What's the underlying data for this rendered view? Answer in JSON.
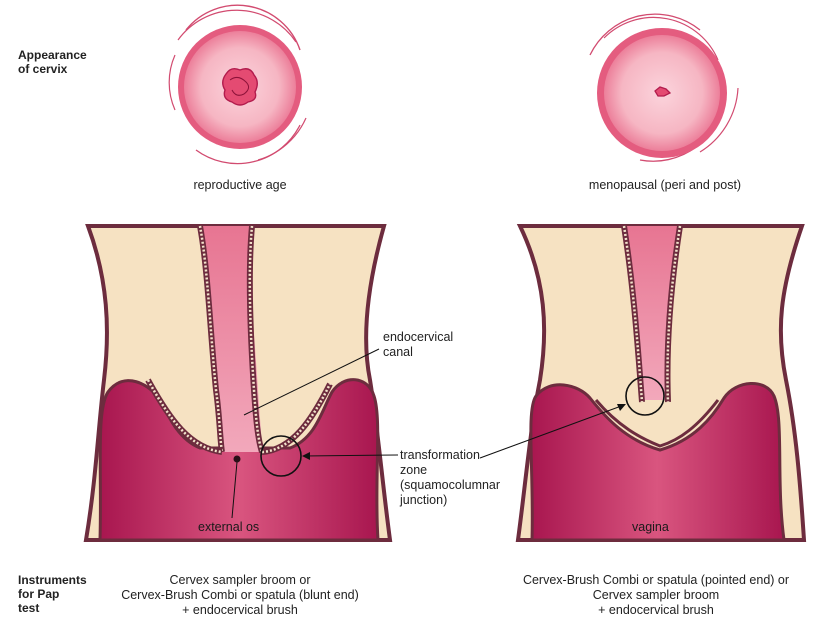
{
  "row_labels": {
    "appearance": "Appearance\nof cervix",
    "instruments": "Instruments\nfor Pap\ntest"
  },
  "cervix_views": [
    {
      "caption": "reproductive age"
    },
    {
      "caption": "menopausal (peri and post)"
    }
  ],
  "callouts": {
    "endocervical_canal": "endocervical\ncanal",
    "transformation_zone": "transformation\nzone\n(squamocolumnar\njunction)",
    "external_os": "external os",
    "vagina": "vagina"
  },
  "instruments": {
    "reproductive": "Cervex sampler broom or\nCervex-Brush Combi or spatula (blunt end)\n+ endocervical brush",
    "menopausal": "Cervex-Brush Combi or spatula (pointed end) or\nCervex sampler broom\n+ endocervical brush"
  },
  "colors": {
    "cervix_face": "#f7b9c4",
    "cervix_ring": "#e2587a",
    "tissue_dark": "#b8245a",
    "tissue_light": "#f6e2c2",
    "outline": "#6d2c3e",
    "canal_pink": "#ee93ab"
  }
}
